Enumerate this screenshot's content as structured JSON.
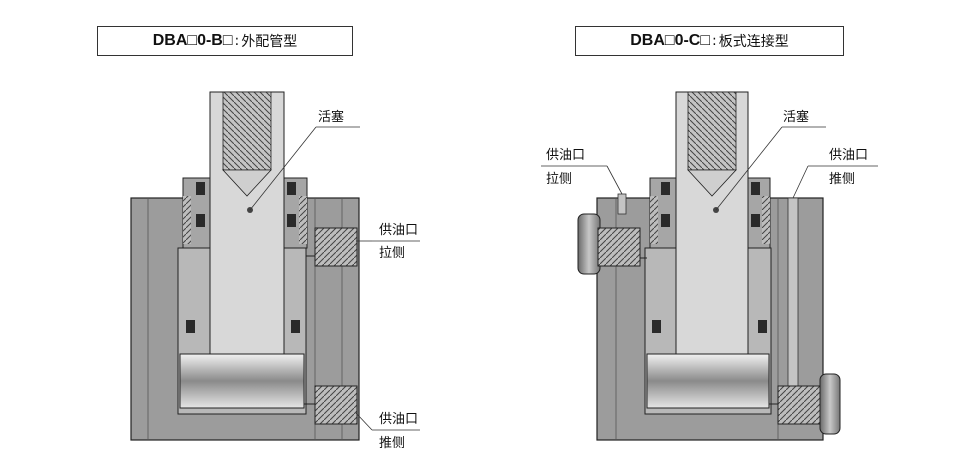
{
  "left": {
    "title": {
      "model": "DBA□0-B□",
      "sep": " : ",
      "type": "外配管型"
    },
    "labels": {
      "piston": "活塞",
      "port_pull_1": "供油口",
      "port_pull_2": "拉侧",
      "port_push_1": "供油口",
      "port_push_2": "推侧"
    }
  },
  "right": {
    "title": {
      "model": "DBA□0-C□",
      "sep": " : ",
      "type": "板式连接型"
    },
    "labels": {
      "piston": "活塞",
      "port_pull_1": "供油口",
      "port_pull_2": "拉侧",
      "port_push_1": "供油口",
      "port_push_2": "推侧"
    }
  },
  "colors": {
    "body": "#9c9c9c",
    "piston": "#d8d8d8",
    "seal": "#2a2a2a",
    "outline": "#222222"
  }
}
